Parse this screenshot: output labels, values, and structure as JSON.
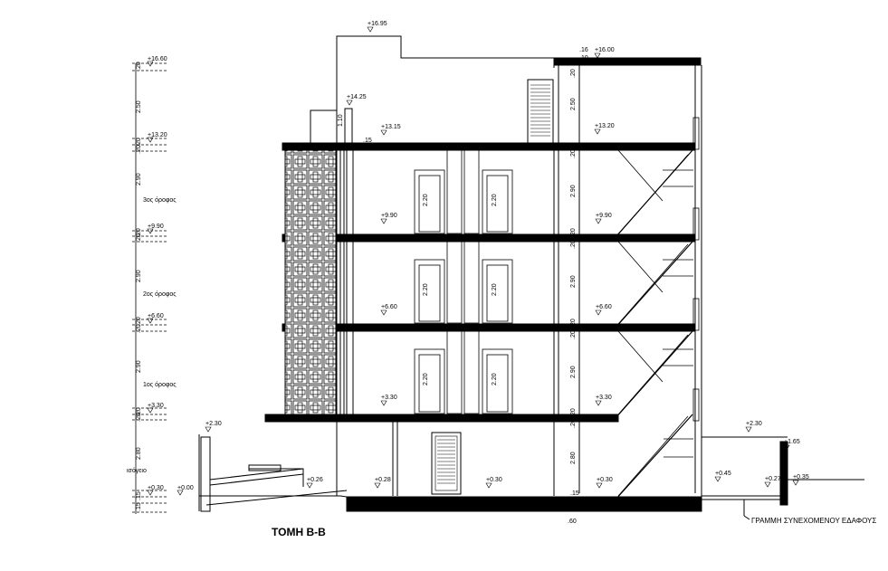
{
  "title": "ΤΟΜΗ Β-Β",
  "ground_line_note": "ΓΡΑΜΜΗ ΣΥΝΕΧΟΜΕΝΟΥ ΕΔΑΦΟΥΣ",
  "floors": [
    {
      "label": "3ος όροφος"
    },
    {
      "label": "2ος όροφος"
    },
    {
      "label": "1ος όροφος"
    },
    {
      "label": "ισόγειο"
    }
  ],
  "left_levels": [
    "+16.60",
    "+13.20",
    "+9.90",
    "+6.60",
    "+3.30",
    "+0.30"
  ],
  "left_dims": [
    ".20",
    "2.50",
    ".20",
    ".20",
    "2.90",
    ".20",
    ".20",
    "2.90",
    ".20",
    ".20",
    "2.90",
    ".20",
    ".20",
    "2.80",
    ".15",
    ".15"
  ],
  "building_levels": {
    "top": "+16.95",
    "roof_left": "+14.25",
    "parapet_dim": "1.10",
    "parapet_15": ".15",
    "roof_slab": "+13.15",
    "stair_top_16": ".16",
    "stair_top_10": ".10",
    "stair_top": "+16.00",
    "stair_dim_top": ".20",
    "stair_dim_2_50": "2.50",
    "stair_roof": "+13.20",
    "floor3": "+9.90",
    "floor2": "+6.60",
    "floor1": "+3.30",
    "stair_floor3": "+9.90",
    "stair_floor2": "+6.60",
    "stair_floor1": "+3.30",
    "ground_left": "+0.26",
    "ground_mid": "+0.28",
    "ground_center": "+0.30",
    "ground_stair": "+0.30",
    "ramp_left": "+0.00",
    "wall_left": "+2.30",
    "right_yard": "+2.30",
    "right_wall_top": "+1.65",
    "right_0_45": "+0.45",
    "right_0_27": "+0.27",
    "right_0_35": "+0.35",
    "stair_dim_floor": ".20",
    "stair_dim_2_90": "2.90",
    "stair_dim_2_80": "2.80",
    "stair_dim_15": ".15",
    "stair_dim_60": ".60",
    "door_h": "2.20"
  }
}
